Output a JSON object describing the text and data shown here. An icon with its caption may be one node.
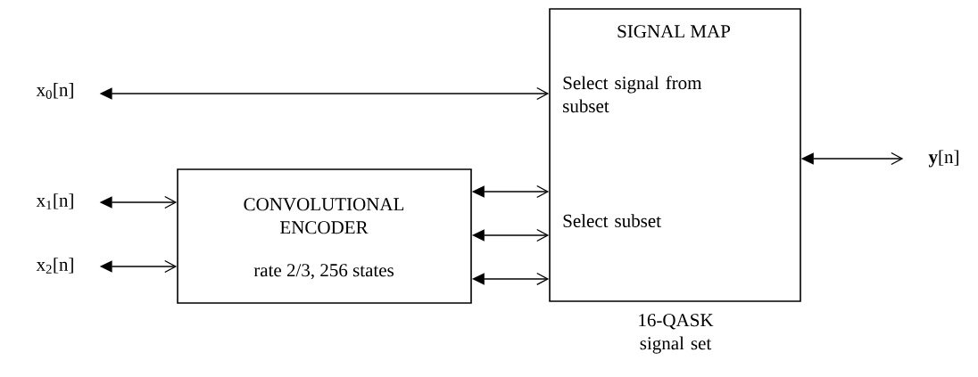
{
  "diagram": {
    "nodes": [
      {
        "text": [
          "x$_{0}$[n]"
        ]
      },
      {
        "text": [
          "x$_{1}$[n]"
        ]
      },
      {
        "text": [
          "x$_{2}$[n]"
        ]
      },
      {
        "text": [
          "CONVOLUTIONAL ENCODER",
          "rate 2/3, 256 states"
        ]
      },
      {
        "text": [
          "SIGNAL MAP",
          "Select signal from subset",
          "Select subset"
        ],
        "beside": [
          "16-QASK signal set"
        ]
      },
      {
        "text": [
          "**y**[n]"
        ]
      }
    ],
    "edges": [
      {
        "from": 0,
        "to": 4,
        "arrow": "both"
      },
      {
        "from": 1,
        "to": 3,
        "arrow": "both"
      },
      {
        "from": 2,
        "to": 3,
        "arrow": "both"
      },
      {
        "from": 3,
        "to": 4,
        "arrow": "both"
      },
      {
        "from": 3,
        "to": 4,
        "arrow": "both"
      },
      {
        "from": 3,
        "to": 4,
        "arrow": "both"
      },
      {
        "from": 4,
        "to": 5,
        "arrow": "both"
      }
    ]
  }
}
